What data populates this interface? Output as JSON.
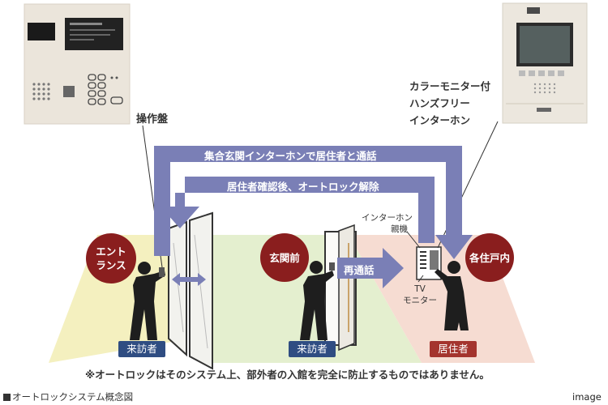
{
  "labels": {
    "panel": "操作盤",
    "monitor_line1": "カラーモニター付",
    "monitor_line2": "ハンズフリー",
    "monitor_line3": "インターホン",
    "parent_line1": "インターホン",
    "parent_line2": "親機",
    "tv_line1": "TV",
    "tv_line2": "モニター"
  },
  "arrows": {
    "top": "集合玄関インターホンで居住者と通話",
    "middle": "居住者確認後、オートロック解除",
    "recall": "再通話"
  },
  "zones": {
    "entrance": "エントランス",
    "front_door": "玄関前",
    "residence": "各住戸内"
  },
  "people": {
    "visitor_1": "来訪者",
    "visitor_2": "来訪者",
    "resident": "居住者"
  },
  "disclaimer": "※オートロックはそのシステム上、部外者の入館を完全に防止するものではありません。",
  "caption": "オートロックシステム概念図",
  "image_label": "image",
  "colors": {
    "arrow": "#7a7fb6",
    "circle": "#8a1e1e",
    "visitor_tag": "#2f4d82",
    "resident_tag": "#a4342e",
    "entrance_floor": "#f4f0bf",
    "hall_floor": "#e4efcf",
    "room_floor": "#f6dcd2"
  }
}
